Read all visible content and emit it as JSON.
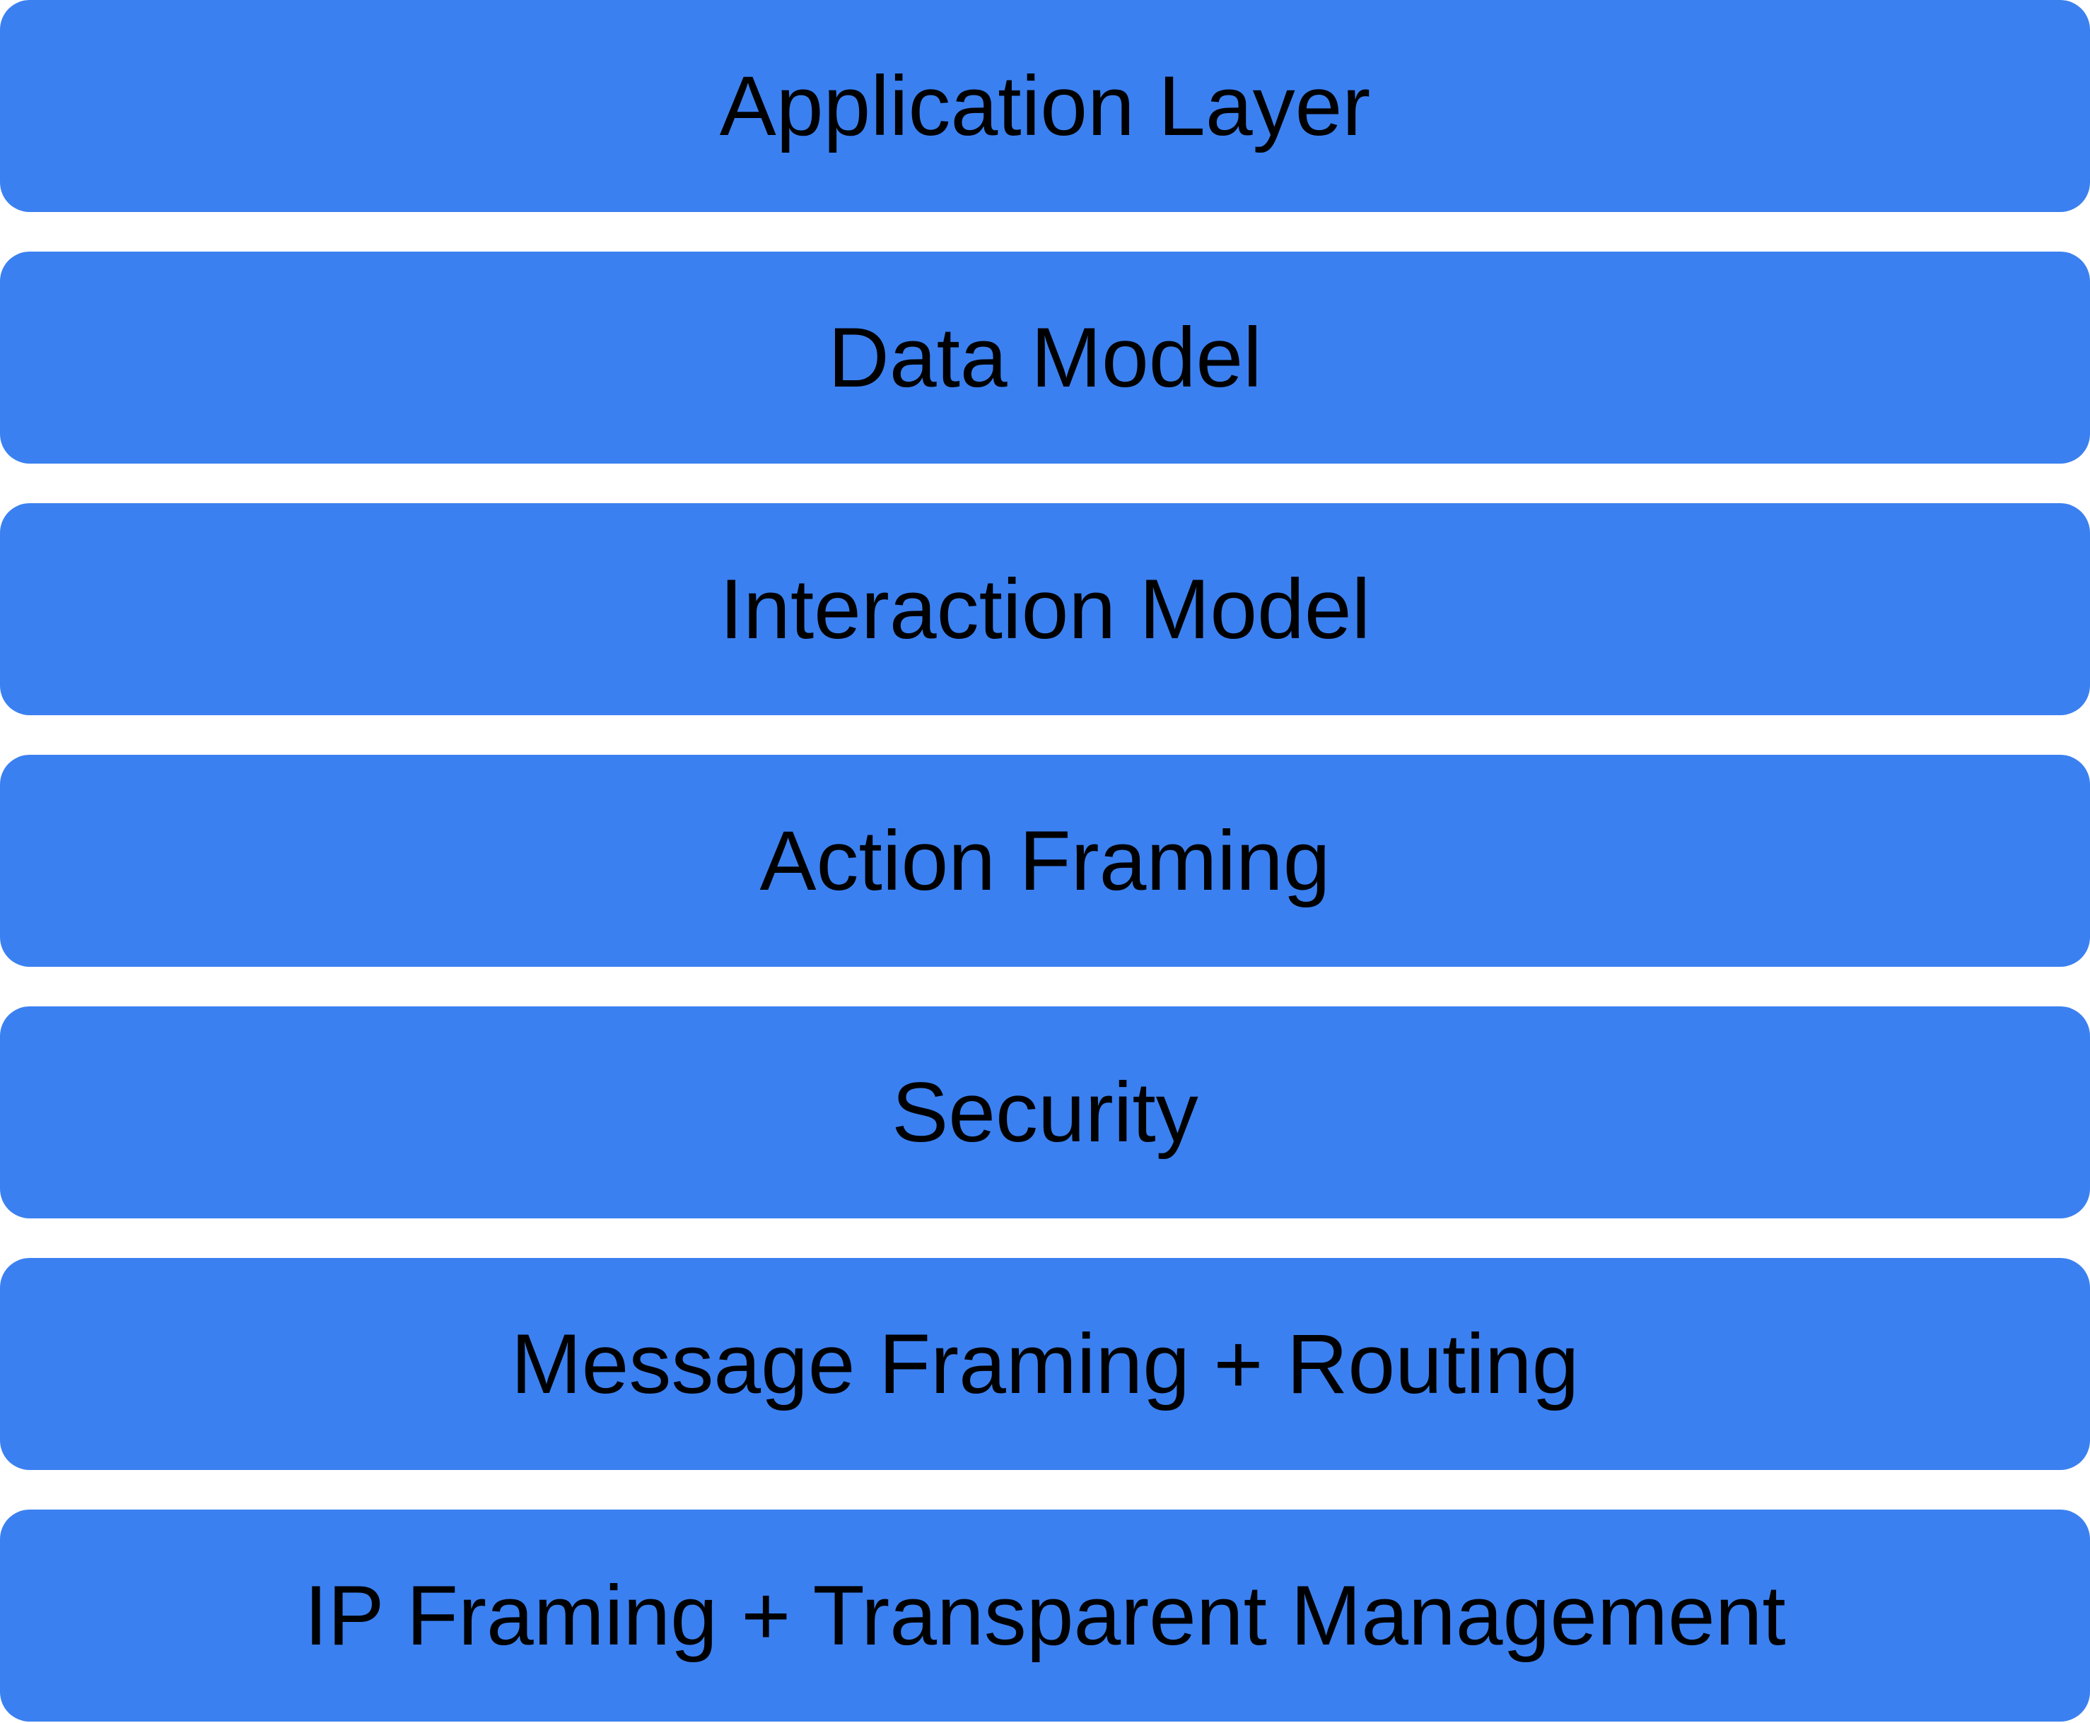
{
  "diagram": {
    "type": "protocol-layer-stack",
    "orientation": "vertical"
  },
  "colors": {
    "layer_fill": "#3b80f0",
    "layer_text": "#000000",
    "background": "#ffffff"
  },
  "layers": [
    {
      "label": "Application Layer"
    },
    {
      "label": "Data Model"
    },
    {
      "label": "Interaction Model"
    },
    {
      "label": "Action Framing"
    },
    {
      "label": "Security"
    },
    {
      "label": "Message Framing + Routing"
    },
    {
      "label": "IP Framing + Transparent Management"
    }
  ]
}
